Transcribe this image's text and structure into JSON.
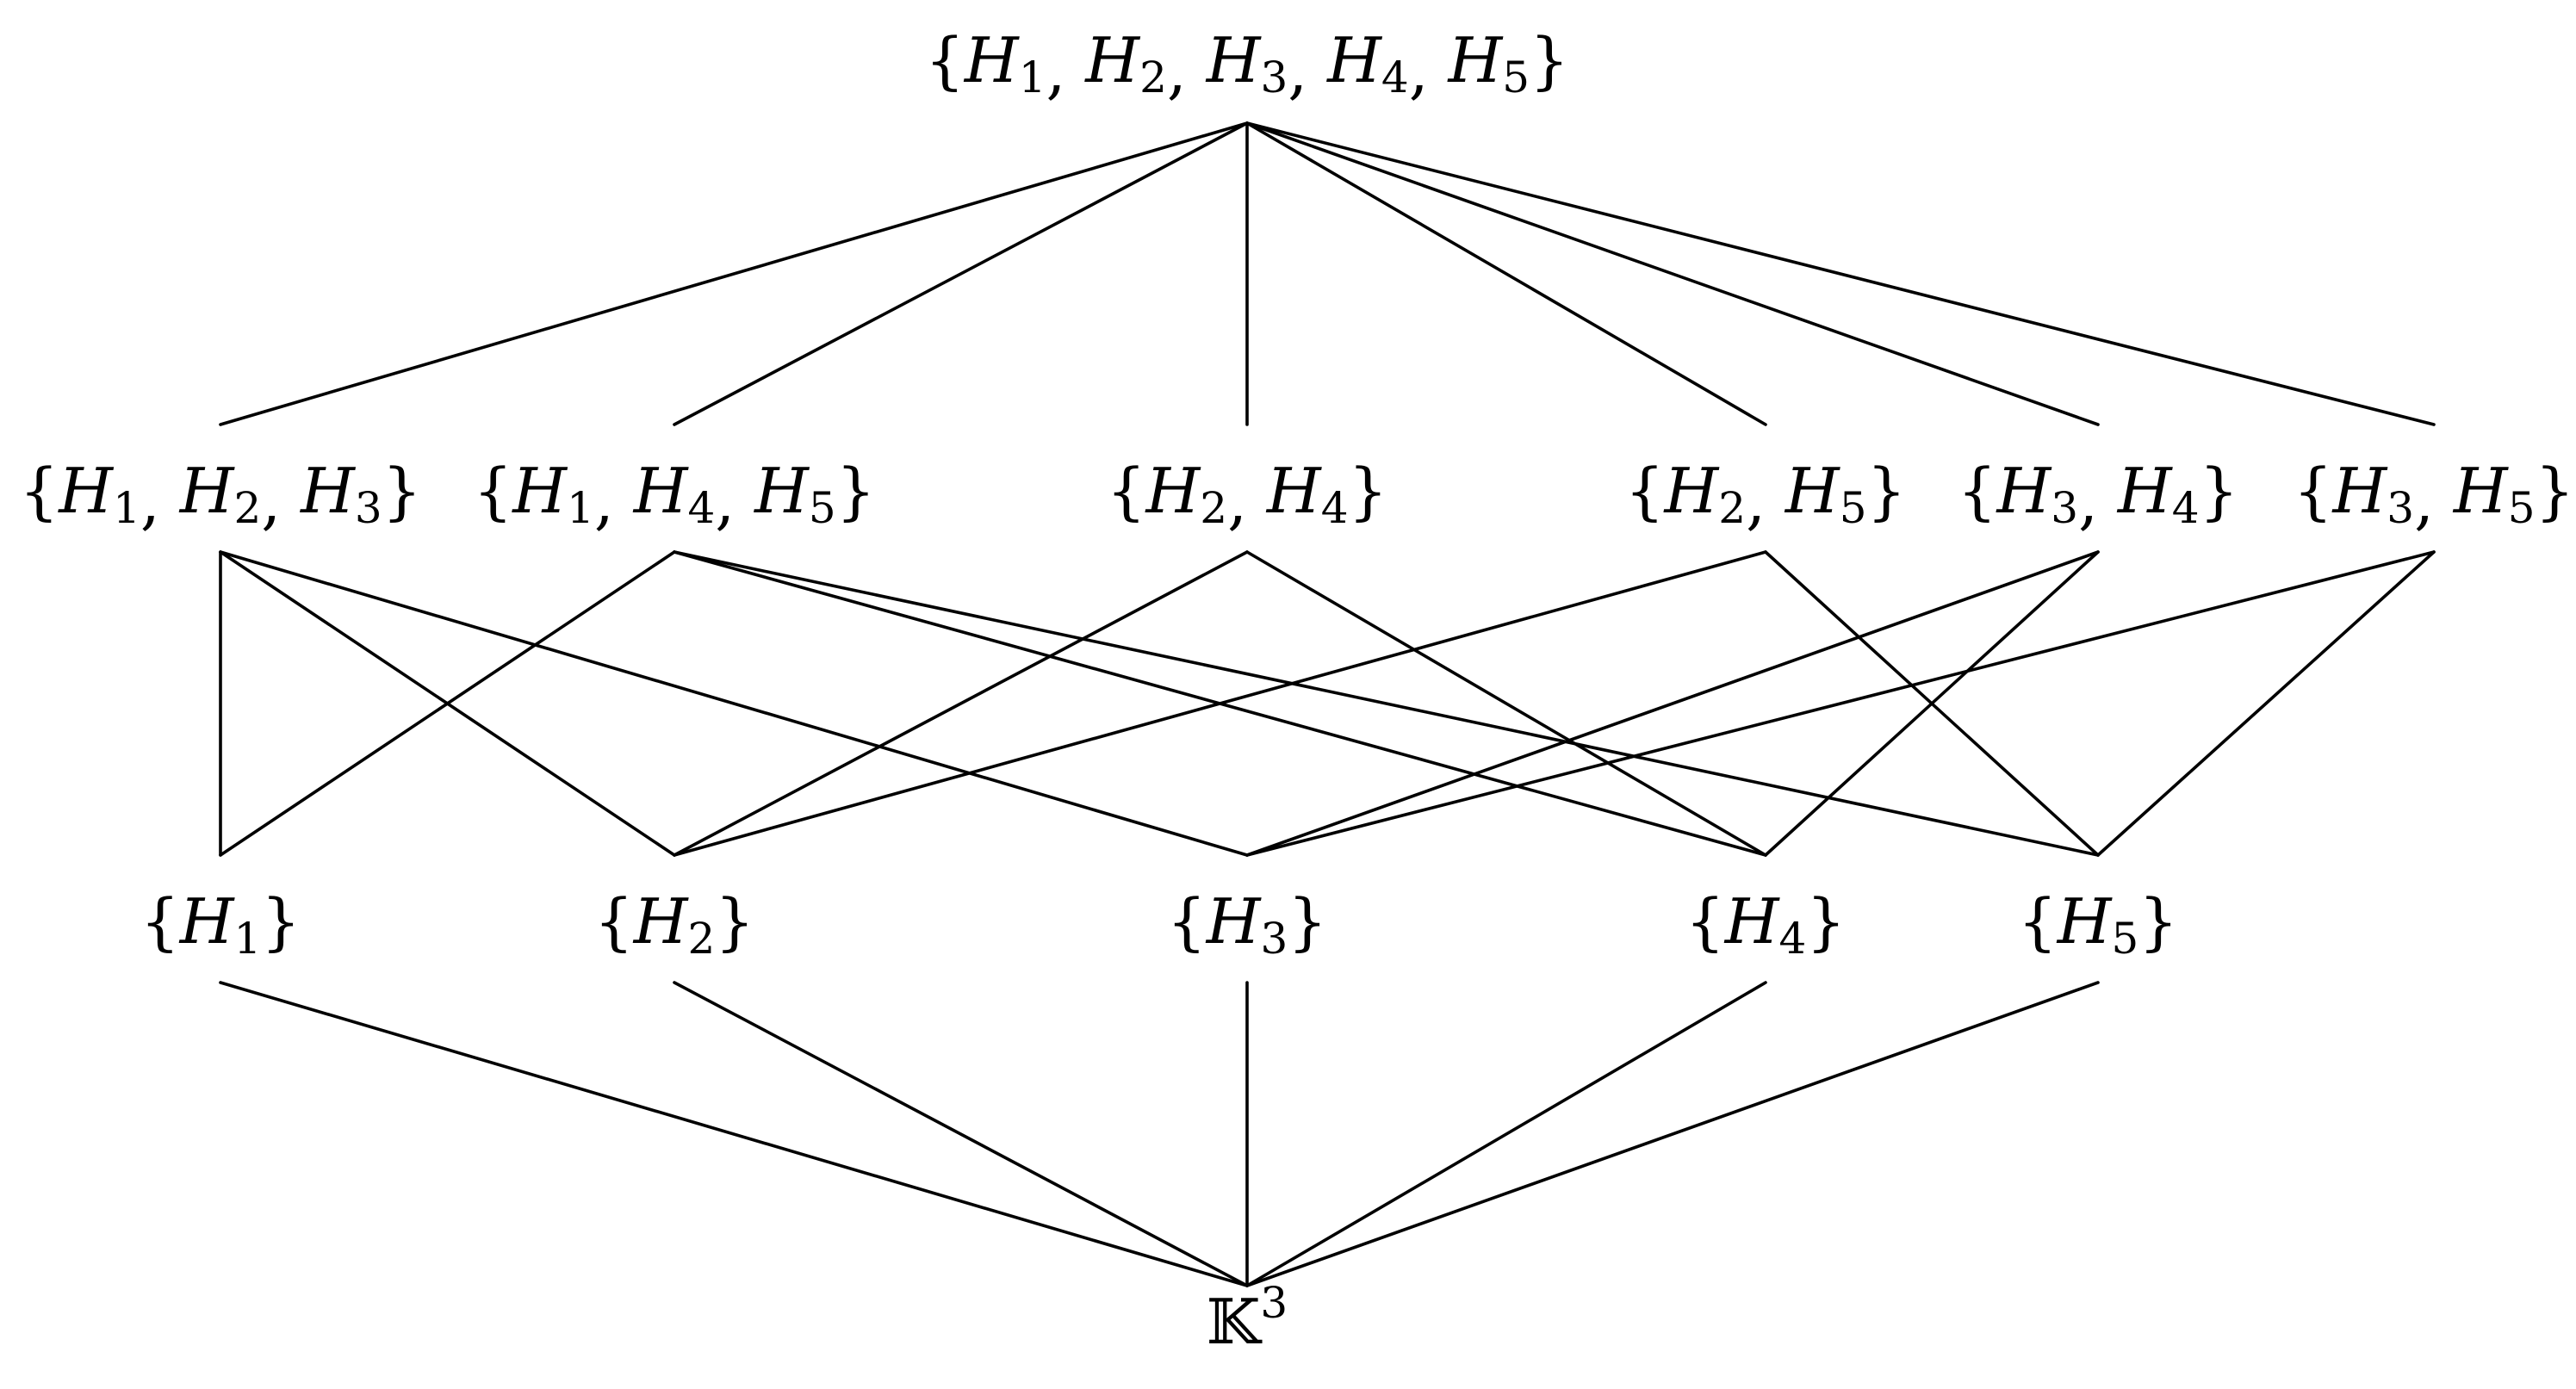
{
  "diagram": {
    "top": {
      "id": "top",
      "parts": [
        "{",
        "H",
        "1",
        ", ",
        "H",
        "2",
        ", ",
        "H",
        "3",
        ", ",
        "H",
        "4",
        ", ",
        "H",
        "5",
        "}"
      ]
    },
    "rank2": [
      {
        "id": "r2-h1h2h3",
        "members": [
          "1",
          "2",
          "3"
        ]
      },
      {
        "id": "r2-h1h4h5",
        "members": [
          "1",
          "4",
          "5"
        ]
      },
      {
        "id": "r2-h2h4",
        "members": [
          "2",
          "4"
        ]
      },
      {
        "id": "r2-h2h5",
        "members": [
          "2",
          "5"
        ]
      },
      {
        "id": "r2-h3h4",
        "members": [
          "3",
          "4"
        ]
      },
      {
        "id": "r2-h3h5",
        "members": [
          "3",
          "5"
        ]
      }
    ],
    "rank1": [
      {
        "id": "r1-h1",
        "members": [
          "1"
        ]
      },
      {
        "id": "r1-h2",
        "members": [
          "2"
        ]
      },
      {
        "id": "r1-h3",
        "members": [
          "3"
        ]
      },
      {
        "id": "r1-h4",
        "members": [
          "4"
        ]
      },
      {
        "id": "r1-h5",
        "members": [
          "5"
        ]
      }
    ],
    "bottom": {
      "id": "bottom",
      "base": "𝕂",
      "exponent": "3"
    },
    "symbol": "H",
    "edges_top_to_rank2": [
      "r2-h1h2h3",
      "r2-h1h4h5",
      "r2-h2h4",
      "r2-h2h5",
      "r2-h3h4",
      "r2-h3h5"
    ],
    "edges_rank2_to_rank1": [
      [
        "r2-h1h2h3",
        "r1-h1"
      ],
      [
        "r2-h1h2h3",
        "r1-h2"
      ],
      [
        "r2-h1h2h3",
        "r1-h3"
      ],
      [
        "r2-h1h4h5",
        "r1-h1"
      ],
      [
        "r2-h1h4h5",
        "r1-h4"
      ],
      [
        "r2-h1h4h5",
        "r1-h5"
      ],
      [
        "r2-h2h4",
        "r1-h2"
      ],
      [
        "r2-h2h4",
        "r1-h4"
      ],
      [
        "r2-h2h5",
        "r1-h2"
      ],
      [
        "r2-h2h5",
        "r1-h5"
      ],
      [
        "r2-h3h4",
        "r1-h3"
      ],
      [
        "r2-h3h4",
        "r1-h4"
      ],
      [
        "r2-h3h5",
        "r1-h3"
      ],
      [
        "r2-h3h5",
        "r1-h5"
      ]
    ],
    "edges_rank1_to_bottom": [
      "r1-h1",
      "r1-h2",
      "r1-h3",
      "r1-h4",
      "r1-h5"
    ]
  }
}
